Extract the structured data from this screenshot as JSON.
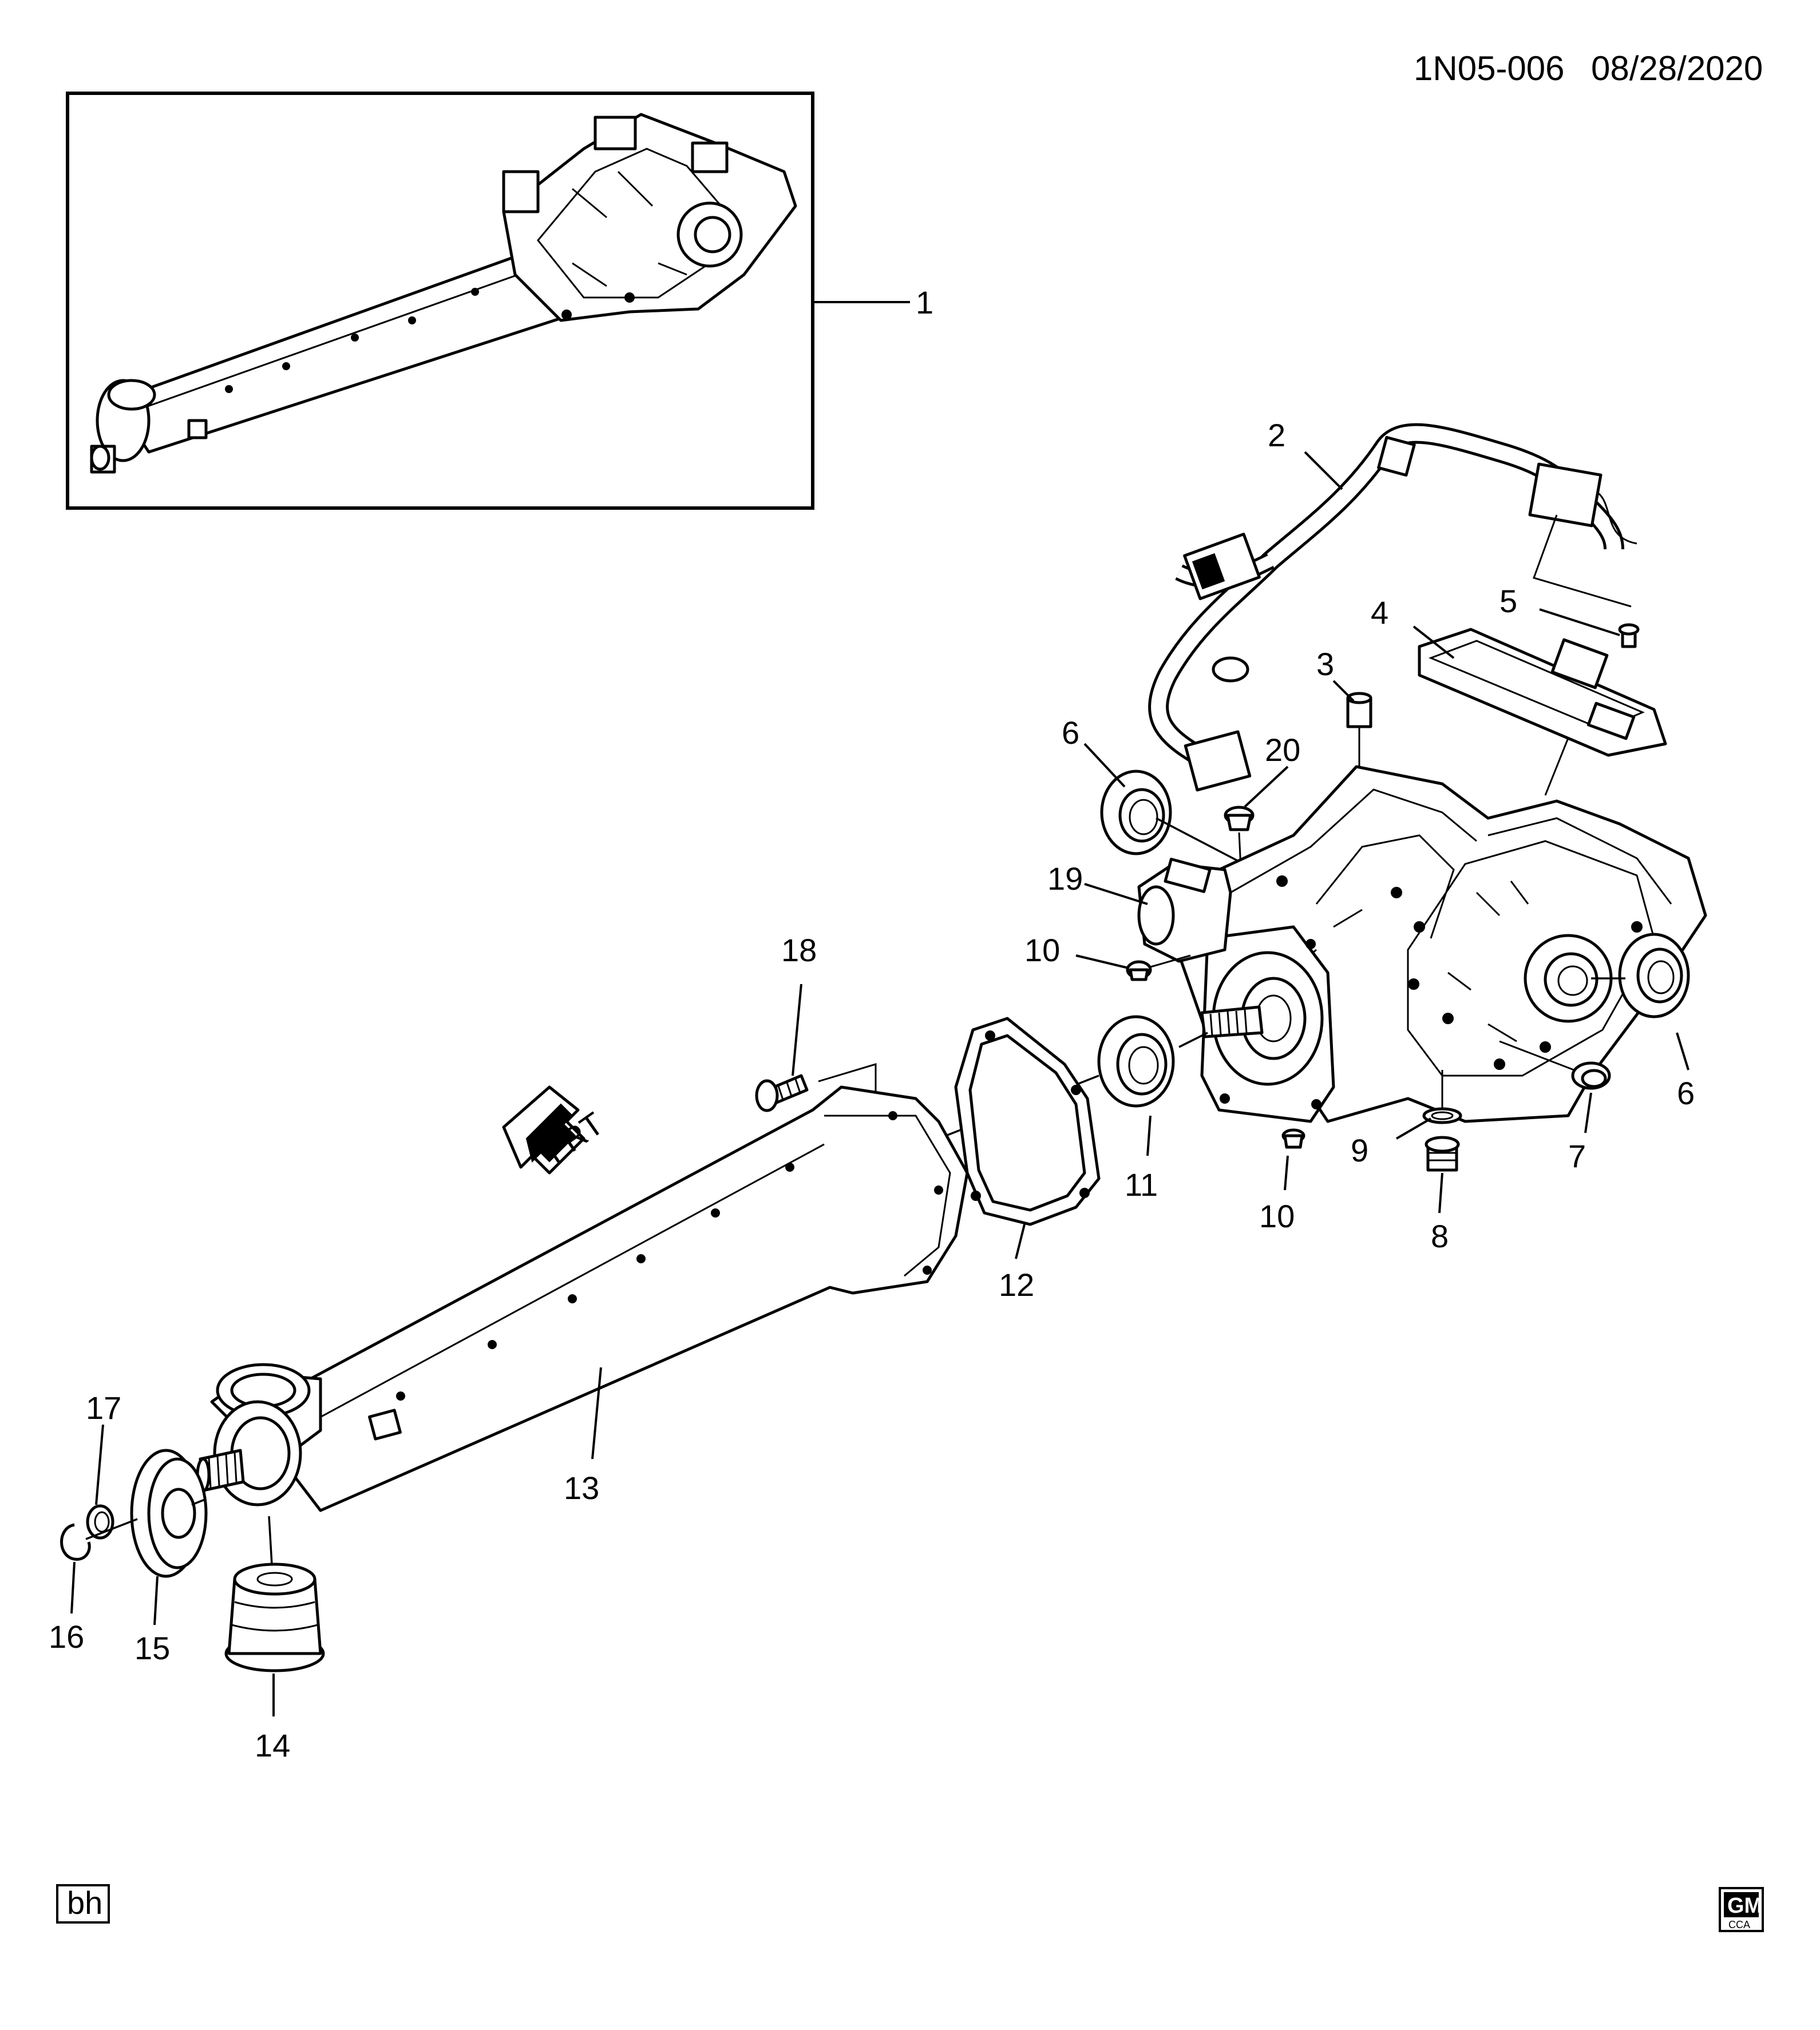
{
  "header": {
    "diagram_id": "1N05-006",
    "date": "08/28/2020"
  },
  "callouts": [
    "1",
    "2",
    "3",
    "4",
    "5",
    "6",
    "20",
    "19",
    "10",
    "18",
    "6",
    "7",
    "11",
    "9",
    "10",
    "8",
    "12",
    "13",
    "17",
    "16",
    "15",
    "14"
  ],
  "direction_arrow": {
    "label": "FRT"
  },
  "footer": {
    "badge_left": "bh",
    "logo_top": "GM",
    "logo_bottom": "CCA"
  }
}
